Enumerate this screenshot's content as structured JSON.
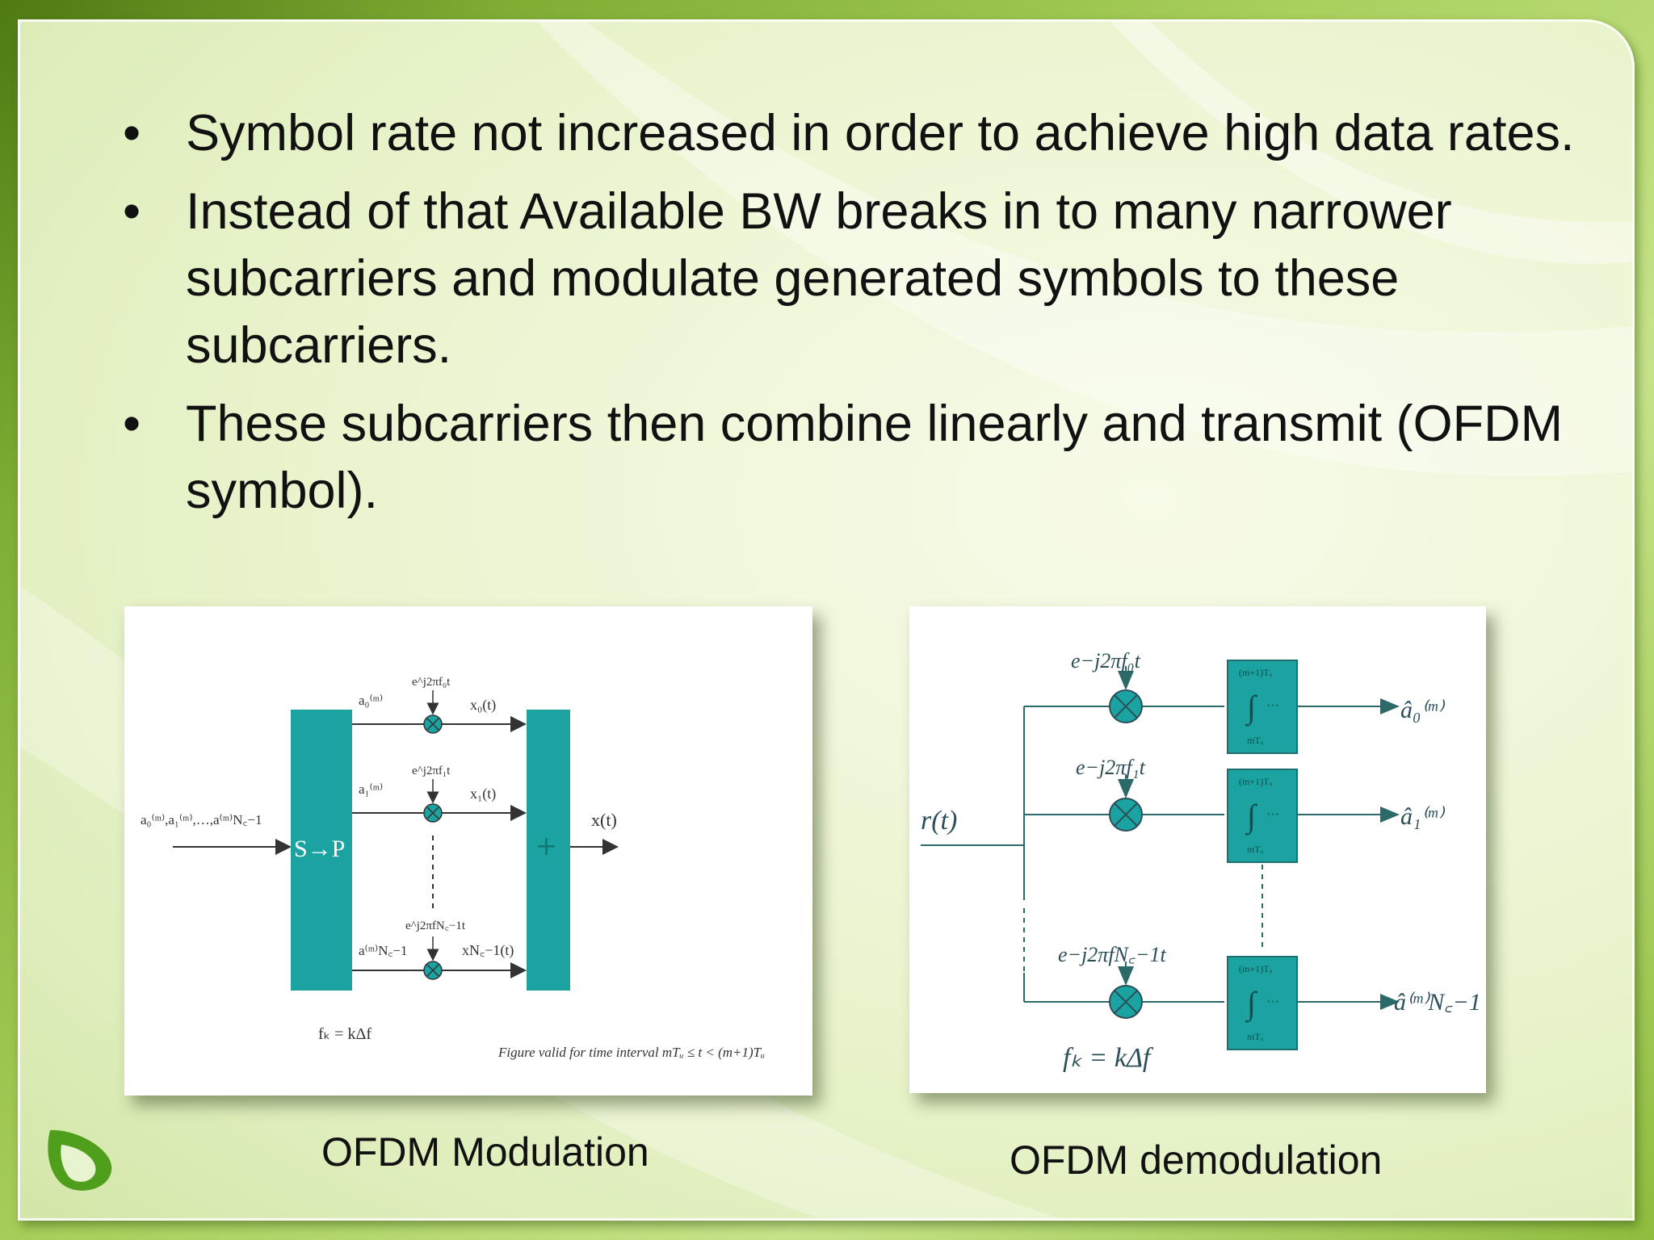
{
  "bullets": [
    "Symbol rate not increased in order to achieve high data rates.",
    "Instead of that Available BW breaks in to many narrower subcarriers and modulate generated symbols to these subcarriers.",
    "These subcarriers then combine linearly and transmit (OFDM symbol)."
  ],
  "bullet_glyph": "•",
  "figures": {
    "modulation": {
      "caption": "OFDM Modulation",
      "input_label": "a₀⁽ᵐ⁾,a₁⁽ᵐ⁾,…,a⁽ᵐ⁾N꜀−1",
      "sp_label": "S→P",
      "sum_label": "+",
      "output_label": "x(t)",
      "branch1_symbol": "a₀⁽ᵐ⁾",
      "branch1_carrier": "e^j2πf₀t",
      "branch1_out": "x₀(t)",
      "branch2_symbol": "a₁⁽ᵐ⁾",
      "branch2_carrier": "e^j2πf₁t",
      "branch2_out": "x₁(t)",
      "branch3_symbol": "a⁽ᵐ⁾N꜀−1",
      "branch3_carrier": "e^j2πfN꜀−1t",
      "branch3_out": "xN꜀−1(t)",
      "freq_eq": "fₖ = kΔf",
      "note": "Figure valid for time interval mTᵤ ≤ t < (m+1)Tᵤ"
    },
    "demodulation": {
      "caption": "OFDM demodulation",
      "input_label": "r(t)",
      "branch1_carrier": "e−j2πf₀t",
      "branch1_out": "â₀⁽ᵐ⁾",
      "branch2_carrier": "e−j2πf₁t",
      "branch2_out": "â₁⁽ᵐ⁾",
      "branch3_carrier": "e−j2πfN꜀−1t",
      "branch3_out": "â⁽ᵐ⁾N꜀−1",
      "integ_top": "(m+1)Tᵤ",
      "integ_sign": "∫",
      "integ_dots": "···",
      "integ_bottom": "mTᵤ",
      "freq_eq": "fₖ = kΔf"
    }
  },
  "colors": {
    "accent_teal": "#1aa3a0",
    "text": "#111111"
  },
  "icons": {
    "logo": "swoosh-logo-icon"
  }
}
